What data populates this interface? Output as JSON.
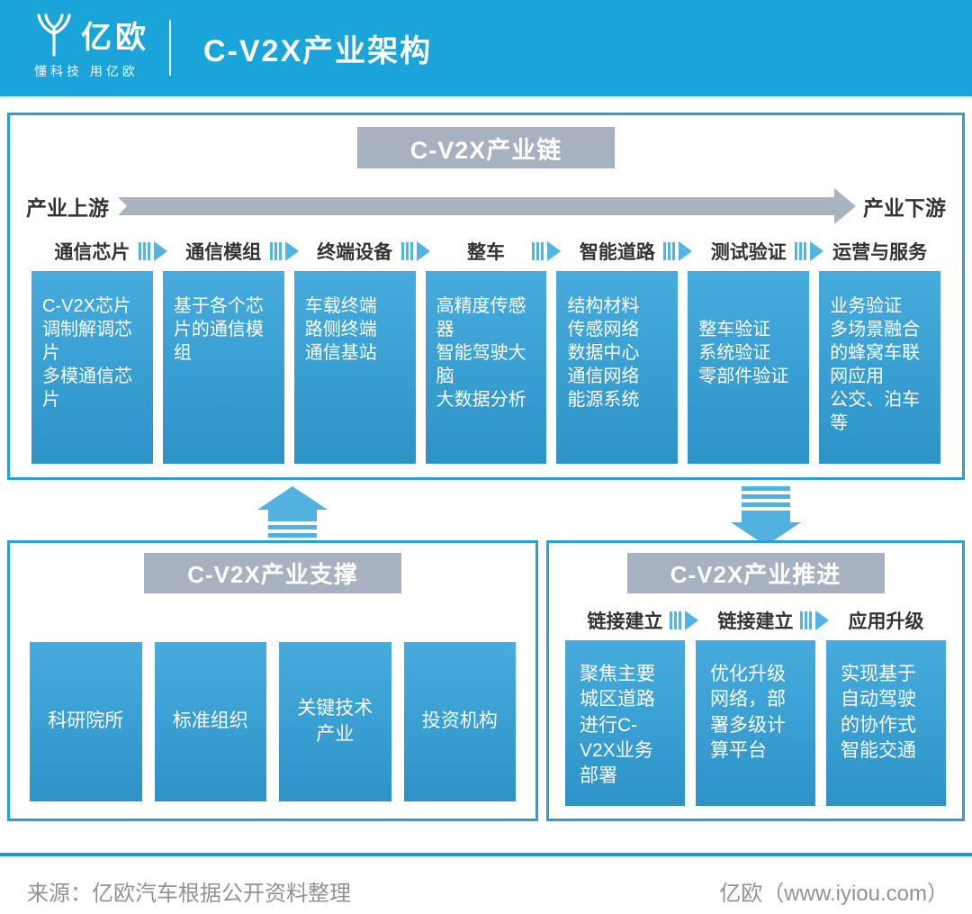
{
  "header": {
    "logo_text": "亿欧",
    "logo_tagline": "懂科技 用亿欧",
    "title": "C-V2X产业架构"
  },
  "chain": {
    "title": "C-V2X产业链",
    "upstream_label": "产业上游",
    "downstream_label": "产业下游",
    "columns": [
      {
        "header": "通信芯片",
        "items": [
          "C-V2X芯片",
          "调制解调芯片",
          "多模通信芯片"
        ]
      },
      {
        "header": "通信模组",
        "items": [
          "基于各个芯片的通信模组"
        ]
      },
      {
        "header": "终端设备",
        "items": [
          "车载终端",
          "路侧终端",
          "通信基站"
        ]
      },
      {
        "header": "整车",
        "items": [
          "高精度传感器",
          "智能驾驶大脑",
          "大数据分析"
        ]
      },
      {
        "header": "智能道路",
        "items": [
          "结构材料",
          "传感网络",
          "数据中心",
          "通信网络",
          "能源系统"
        ]
      },
      {
        "header": "测试验证",
        "items": [
          "整车验证",
          "系统验证",
          "零部件验证"
        ]
      },
      {
        "header": "运营与服务",
        "items": [
          "业务验证",
          "多场景融合的蜂窝车联网应用",
          "公交、泊车等"
        ]
      }
    ]
  },
  "support": {
    "title": "C-V2X产业支撑",
    "boxes": [
      "科研院所",
      "标准组织",
      "关键技术产业",
      "投资机构"
    ]
  },
  "promotion": {
    "title": "C-V2X产业推进",
    "columns": [
      {
        "header": "链接建立",
        "text": "聚焦主要城区道路进行C-V2X业务部署"
      },
      {
        "header": "链接建立",
        "text": "优化升级网络，部署多级计算平台"
      },
      {
        "header": "应用升级",
        "text": "实现基于自动驾驶的协作式智能交通"
      }
    ]
  },
  "footer": {
    "source": "来源：亿欧汽车根据公开资料整理",
    "brand": "亿欧（www.iyiou.com）"
  },
  "icons": {
    "column_separator": "striped-right-arrow",
    "up_connector": "striped-up-arrow",
    "down_connector": "striped-down-arrow"
  },
  "colors": {
    "header_bg": "#1ba4d8",
    "panel_border": "#2a9ed6",
    "title_bar_bg": "#a7b1c0",
    "box_gradient_top": "#47abdd",
    "box_gradient_bottom": "#2d93c6",
    "flow_arrow_gray": "#aab4c0",
    "separator_blue": "#52b4e2",
    "bottom_line_blue": "#1e96cc",
    "footer_text_gray": "#8f9398"
  }
}
